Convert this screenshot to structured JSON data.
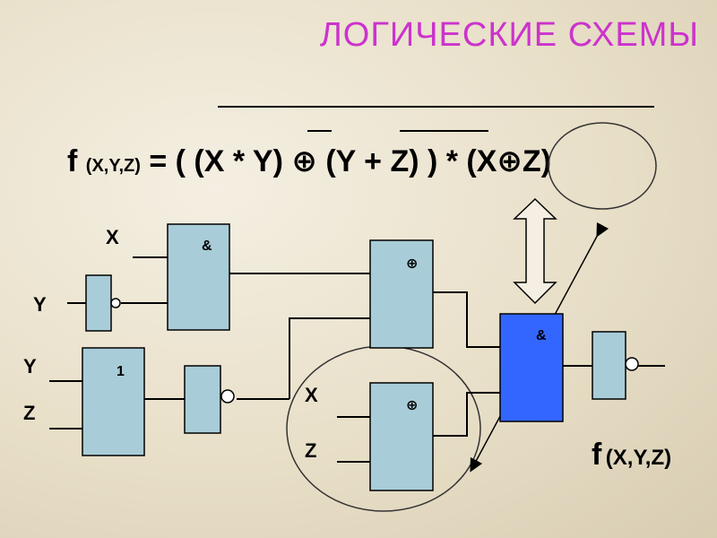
{
  "title": "ЛОГИЧЕСКИЕ СХЕМЫ",
  "formula": {
    "fname": "f",
    "fargs": "(X,Y,Z)",
    "expression": " = ( (X * Y) ⊕ (Y + Z) ) * (X⊕Z)"
  },
  "inputs": {
    "x_top": "X",
    "y_top": "Y",
    "y_mid": "Y",
    "z_mid": "Z",
    "x_bottom": "X",
    "z_bottom": "Z"
  },
  "gates": {
    "and1": "&",
    "or1": "1",
    "xor1": "⊕",
    "xor2": "⊕",
    "and2": "&"
  },
  "output": {
    "fname": "f",
    "fargs": "(X,Y,Z)"
  },
  "colors": {
    "title": "#cc33cc",
    "gate_fill": "#a9cdd8",
    "highlight_gate_fill": "#3366ff",
    "wire": "#000000"
  }
}
